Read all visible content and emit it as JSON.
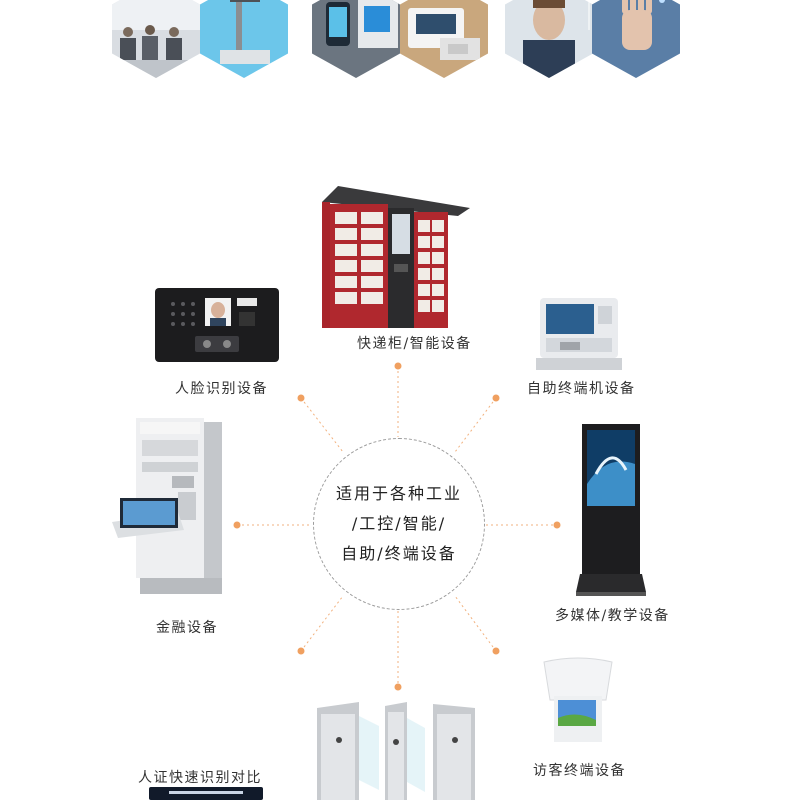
{
  "hub": {
    "line1": "适用于各种工业",
    "line2": "/工控/智能/",
    "line3": "自助/终端设备"
  },
  "devices": {
    "locker": "快递柜/智能设备",
    "face": "人脸识别设备",
    "kiosk": "自助终端机设备",
    "finance": "金融设备",
    "media": "多媒体/教学设备",
    "id_verify": "人证快速识别对比",
    "visitor": "访客终端设备"
  },
  "colors": {
    "accent_dot": "#f0a060",
    "connector": "#f2b27f",
    "locker_red": "#a8242a",
    "hub_border": "#9a9a9a"
  },
  "icons": [
    "hexagon-photo",
    "express-locker-icon",
    "face-terminal-icon",
    "self-service-kiosk-icon",
    "bank-atm-icon",
    "digital-signage-icon",
    "turnstile-gate-icon",
    "visitor-terminal-icon",
    "id-verify-screen-icon"
  ]
}
